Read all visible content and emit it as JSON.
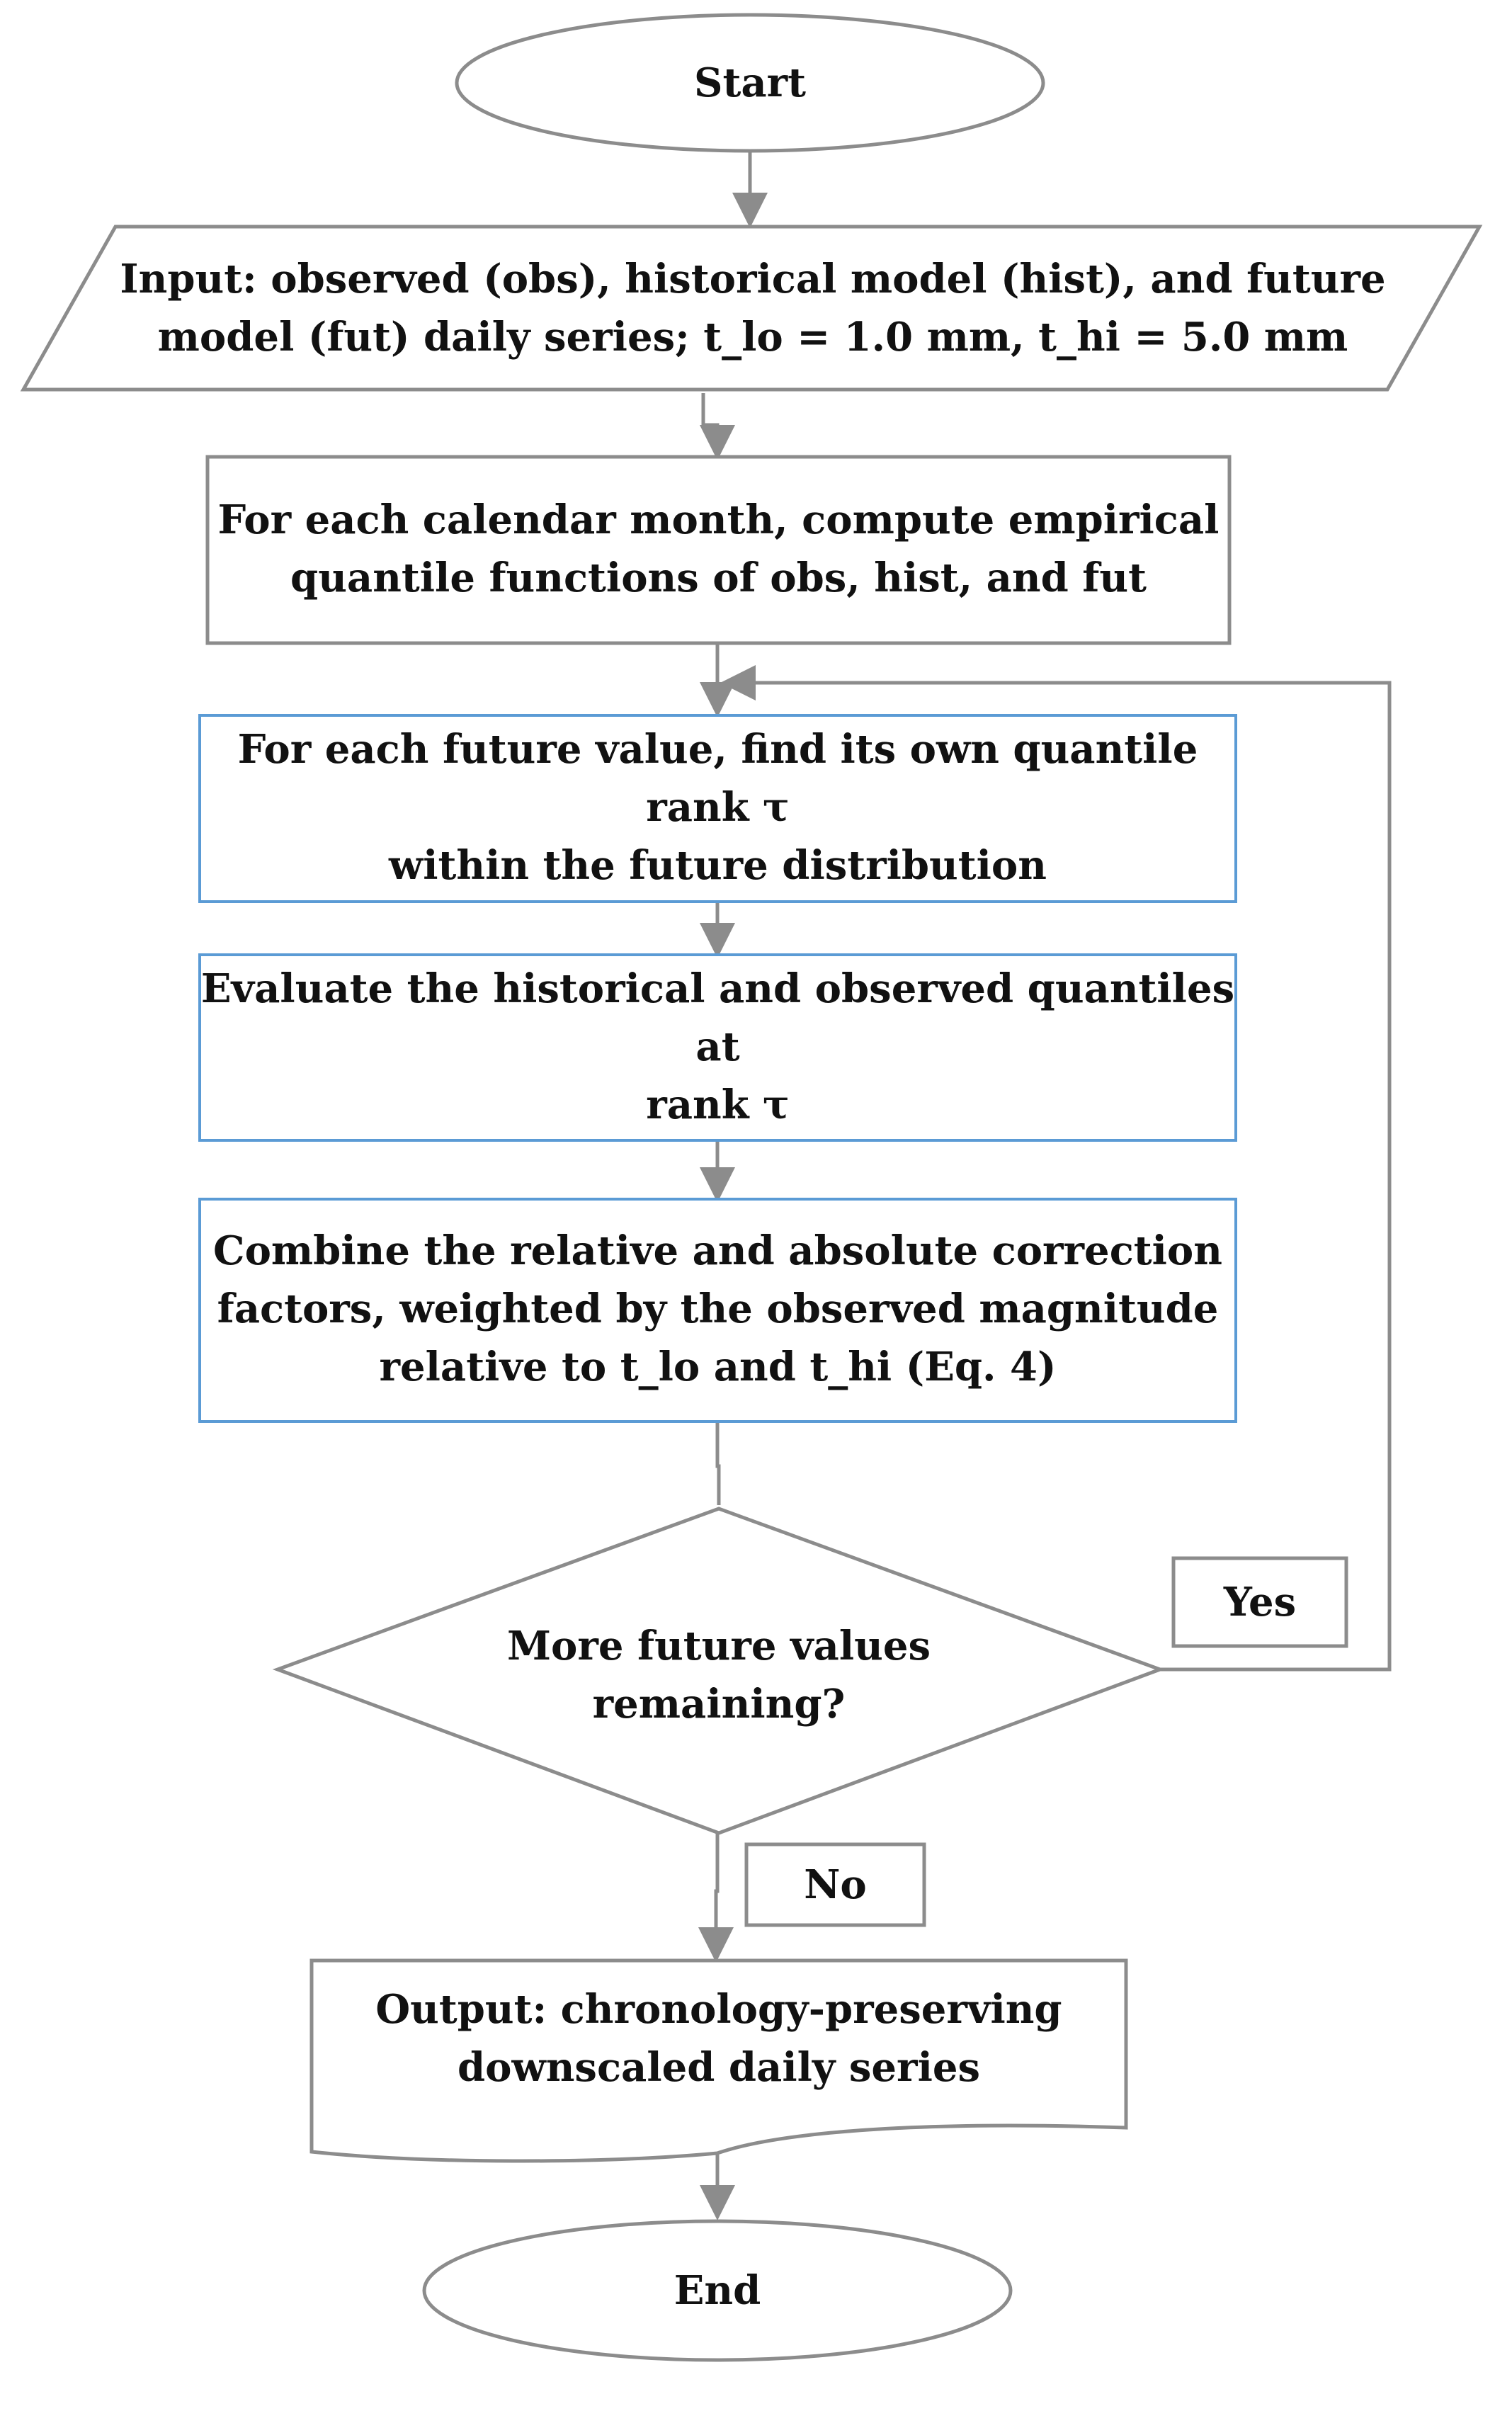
{
  "nodes": {
    "start": "Start",
    "input": "Input: observed (obs), historical model (hist), and future\nmodel (fut) daily series; t_lo = 1.0 mm, t_hi = 5.0 mm",
    "quantile_functions": "For each calendar month, compute empirical\nquantile functions of obs, hist, and fut",
    "find_rank": "For each future value, find its own quantile rank τ\nwithin the future distribution",
    "evaluate": "Evaluate the historical and observed quantiles at\nrank τ",
    "combine": "Combine the relative and absolute correction\nfactors, weighted by the observed magnitude\nrelative to t_lo and t_hi (Eq. 4)",
    "decision": "More future values\nremaining?",
    "output": "Output: chronology-preserving\ndownscaled daily series",
    "end": "End"
  },
  "edge_labels": {
    "yes": "Yes",
    "no": "No"
  },
  "colors": {
    "gray_stroke": "#8c8c8c",
    "blue_stroke": "#5b9bd5",
    "text": "#111111"
  }
}
